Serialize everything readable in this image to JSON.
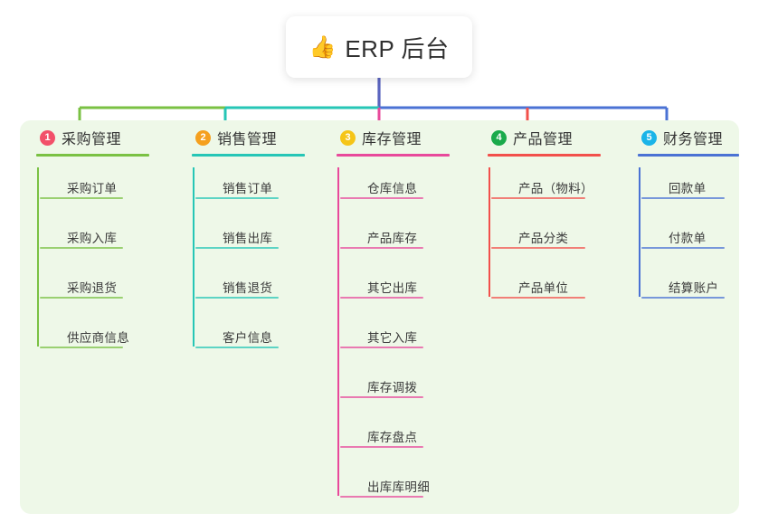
{
  "root": {
    "icon": "thumbs-up-emoji",
    "emoji": "👍",
    "title": "ERP 后台"
  },
  "panel": {
    "background_color": "#eef8e8"
  },
  "stem_color": "#5a64bf",
  "columns": [
    {
      "number": "1",
      "title": "采购管理",
      "accent": "#7ac143",
      "badge_color": "#f2506a",
      "connector_color": "#7ac143",
      "items": [
        "采购订单",
        "采购入库",
        "采购退货",
        "供应商信息"
      ]
    },
    {
      "number": "2",
      "title": "销售管理",
      "accent": "#26c6b6",
      "badge_color": "#f5a01e",
      "connector_color": "#26c6b6",
      "items": [
        "销售订单",
        "销售出库",
        "销售退货",
        "客户信息"
      ]
    },
    {
      "number": "3",
      "title": "库存管理",
      "accent": "#e8499b",
      "badge_color": "#f5c518",
      "connector_color": "#e8499b",
      "items": [
        "仓库信息",
        "产品库存",
        "其它出库",
        "其它入库",
        "库存调拨",
        "库存盘点",
        "出库库明细"
      ]
    },
    {
      "number": "4",
      "title": "产品管理",
      "accent": "#f2504b",
      "badge_color": "#1aaa4b",
      "connector_color": "#f2504b",
      "items": [
        "产品（物料）",
        "产品分类",
        "产品单位"
      ]
    },
    {
      "number": "5",
      "title": "财务管理",
      "accent": "#4a72d4",
      "badge_color": "#1ab4e8",
      "connector_color": "#4a72d4",
      "items": [
        "回款单",
        "付款单",
        "结算账户"
      ]
    }
  ]
}
